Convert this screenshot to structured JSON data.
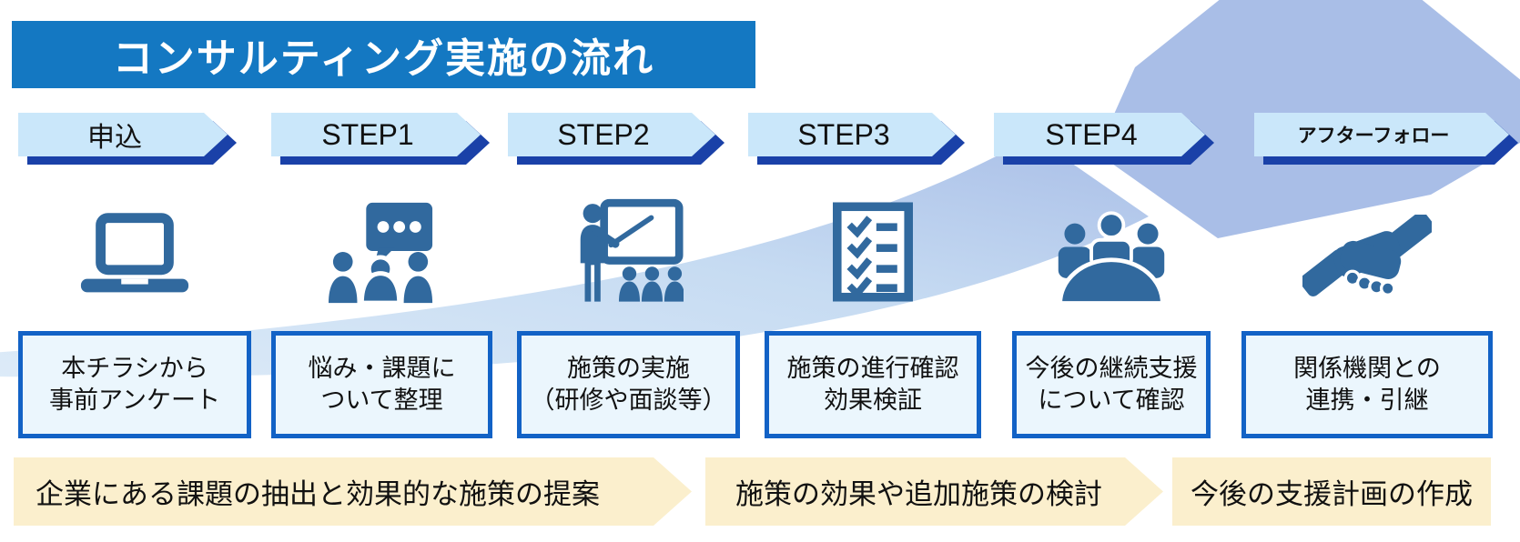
{
  "title": "コンサルティング実施の流れ",
  "theme": {
    "title_bar_blue": "#1478C2",
    "banner_fill": "#CAE7FA",
    "banner_shadow": "#1A41A8",
    "box_border": "#1262C6",
    "box_fill": "#EBF6FD",
    "icon_color": "#31699E",
    "band_fill": "#FBEFCD",
    "arrow_head": "#A9BEE7",
    "text_color": "#111111"
  },
  "steps": [
    {
      "label": "申込",
      "icon": "laptop-icon",
      "line1": "本チラシから",
      "line2": "事前アンケート"
    },
    {
      "label": "STEP1",
      "icon": "discussion-icon",
      "line1": "悩み・課題に",
      "line2": "ついて整理"
    },
    {
      "label": "STEP2",
      "icon": "presentation-icon",
      "line1": "施策の実施",
      "line2": "（研修や面談等）"
    },
    {
      "label": "STEP3",
      "icon": "checklist-icon",
      "line1": "施策の進行確認",
      "line2": "効果検証"
    },
    {
      "label": "STEP4",
      "icon": "meeting-icon",
      "line1": "今後の継続支援",
      "line2": "について確認"
    },
    {
      "label": "アフターフォロー",
      "icon": "handshake-icon",
      "line1": "関係機関との",
      "line2": "連携・引継"
    }
  ],
  "phases": [
    {
      "text": "企業にある課題の抽出と効果的な施策の提案"
    },
    {
      "text": "施策の効果や追加施策の検討"
    },
    {
      "text": "今後の支援計画の作成"
    }
  ]
}
